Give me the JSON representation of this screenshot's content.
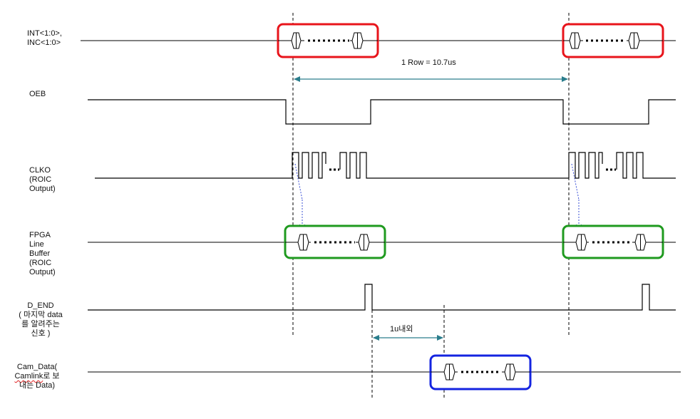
{
  "signals": {
    "int_inc": [
      "INT<1:0>,",
      "INC<1:0>"
    ],
    "oeb": [
      "OEB"
    ],
    "clko": [
      "CLKO",
      "(ROIC",
      "Output)"
    ],
    "fpga": [
      "FPGA",
      "Line",
      "Buffer",
      "(ROIC",
      "Output)"
    ],
    "d_end": [
      "D_END",
      "( 마지막 data",
      "를 알려주는",
      "신호 )"
    ],
    "cam_data": {
      "line1": "Cam_Data(",
      "line2_underlined": "Camlink",
      "line2_rest": "로 보",
      "line3": "내는 Data)"
    }
  },
  "annotations": {
    "row_period": "1 Row = 10.7us",
    "delay": "1u내외"
  },
  "colors": {
    "box_int": "#e8141b",
    "box_fpga": "#1f9a1f",
    "box_cam": "#1424e0",
    "arrow": "#2a7d8c",
    "dotted_arrow": "#3a4fd6",
    "wave": "#000000"
  }
}
